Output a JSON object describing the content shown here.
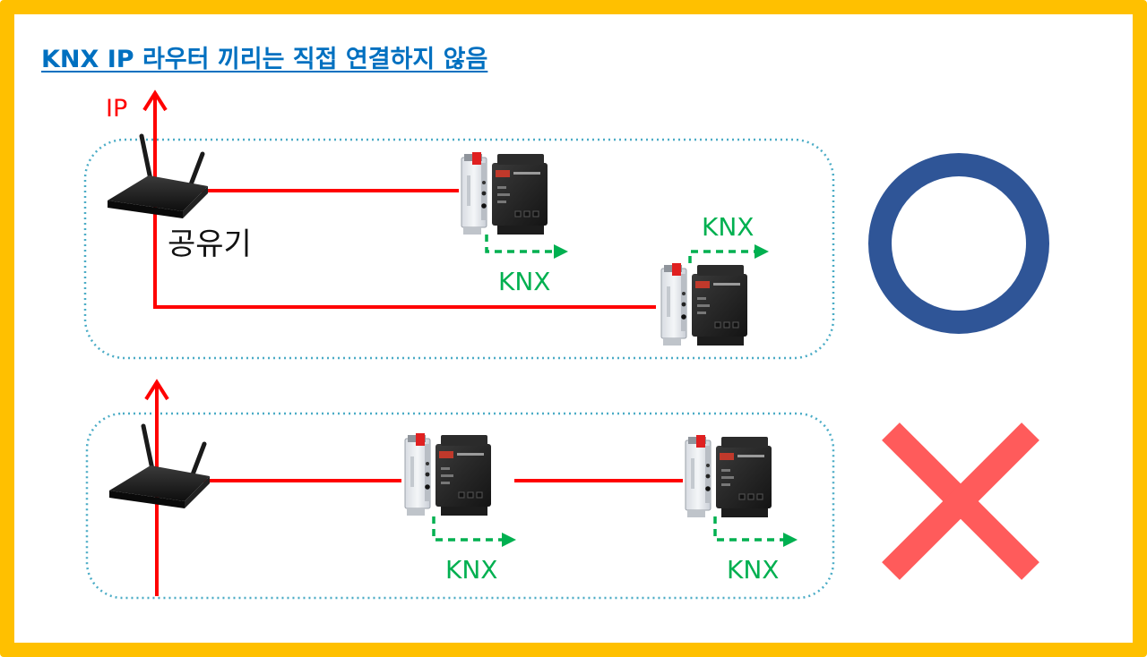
{
  "title": "KNX IP 라우터 끼리는 직접 연결하지 않음",
  "labels": {
    "ip": "IP",
    "router_name": "공유기",
    "knx": "KNX"
  },
  "colors": {
    "frame": "#FFC000",
    "title": "#0070C0",
    "ip_line": "#FF0000",
    "knx_line": "#00B050",
    "group_border": "#4BACC6",
    "ok_mark": "#2F5597",
    "ng_mark": "#FF5B5B"
  },
  "marks": {
    "correct": "circle-mark",
    "incorrect": "x-mark"
  }
}
